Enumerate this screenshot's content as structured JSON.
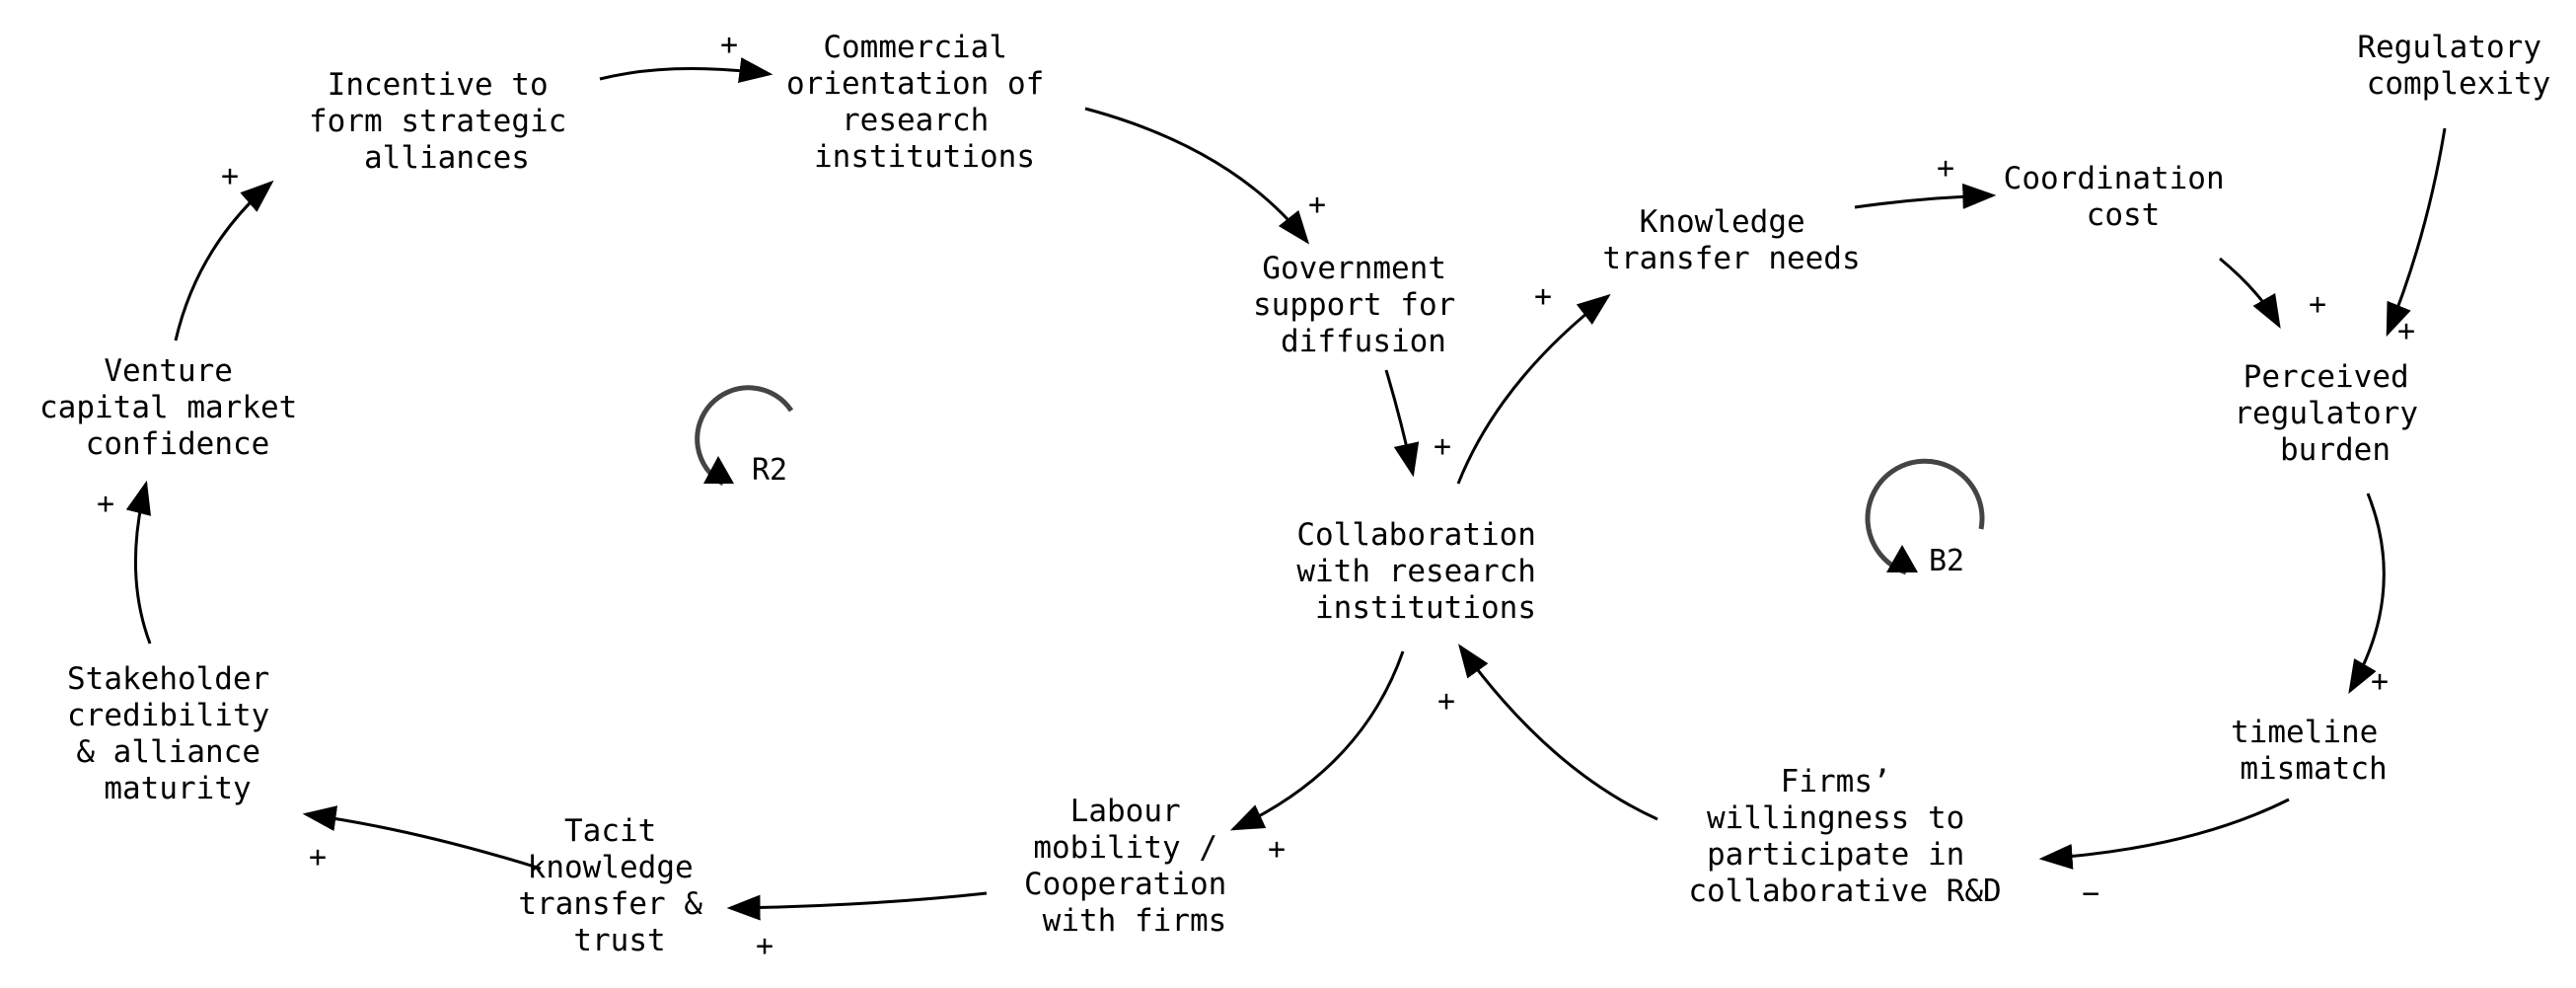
{
  "nodes": {
    "incentive": [
      "Incentive to",
      "form strategic",
      "alliances"
    ],
    "commercial": [
      "Commercial",
      "orientation of",
      "research",
      "institutions"
    ],
    "government": [
      "Government",
      "support for",
      "diffusion"
    ],
    "knowledge_needs": [
      "Knowledge",
      "transfer needs"
    ],
    "coordination": [
      "Coordination",
      "cost"
    ],
    "regulatory_complexity": [
      "Regulatory",
      "complexity"
    ],
    "perceived_burden": [
      "Perceived",
      "regulatory",
      "burden"
    ],
    "venture": [
      "Venture",
      "capital market",
      "confidence"
    ],
    "collaboration": [
      "Collaboration",
      "with research",
      "institutions"
    ],
    "stakeholder": [
      "Stakeholder",
      "credibility",
      "& alliance",
      "maturity"
    ],
    "timeline": [
      "timeline",
      "mismatch"
    ],
    "firms": [
      "Firms’",
      "willingness to",
      "participate in",
      "collaborative R&D"
    ],
    "labour": [
      "Labour",
      "mobility /",
      "Cooperation",
      "with firms"
    ],
    "tacit": [
      "Tacit",
      "knowledge",
      "transfer &",
      "trust"
    ]
  },
  "polarities": {
    "incentive_commercial": "+",
    "commercial_government": "+",
    "government_collaboration": "+",
    "collaboration_knowledge": "+",
    "knowledge_coordination": "+",
    "coordination_burden": "+",
    "complexity_burden": "+",
    "burden_timeline": "+",
    "timeline_firms": "−",
    "firms_collaboration": "+",
    "collaboration_labour": "+",
    "labour_tacit": "+",
    "tacit_stakeholder": "+",
    "stakeholder_venture": "+",
    "venture_incentive": "+"
  },
  "loops": {
    "r2": "R2",
    "b2": "B2"
  }
}
